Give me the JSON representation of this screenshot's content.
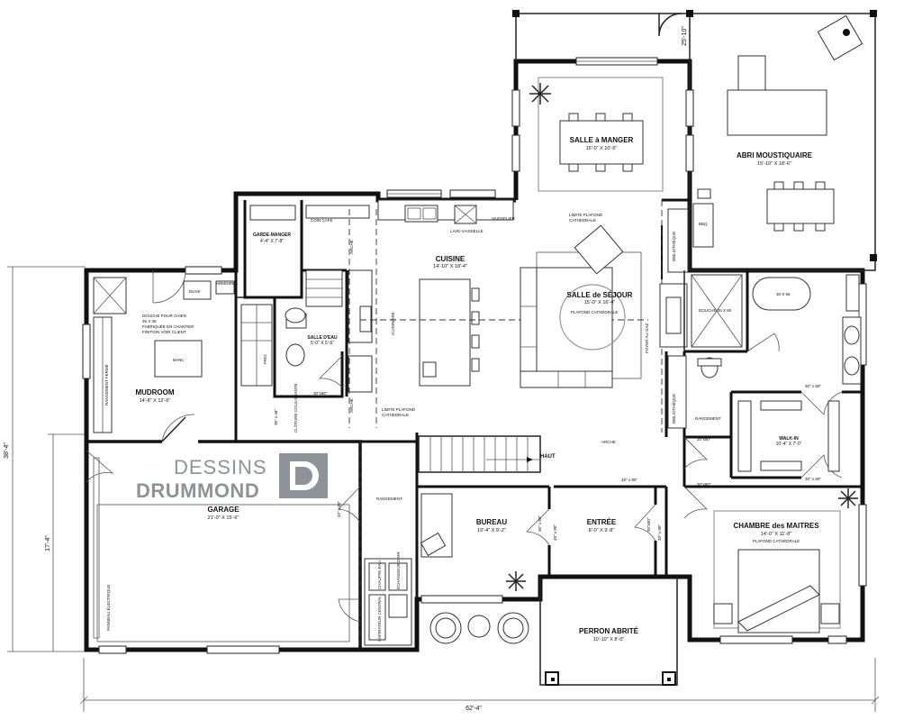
{
  "logo": {
    "line1": "DESSINS",
    "line2": "DRUMMOND",
    "mark": "D"
  },
  "rooms": {
    "salle_manger": {
      "name": "SALLE à MANGER",
      "size": "15'-0\" X 10'-6\""
    },
    "abri": {
      "name": "ABRI MOUSTIQUAIRE",
      "size": "15'-10\" X 18'-6\""
    },
    "cuisine": {
      "name": "CUISINE",
      "size": "14'-10\" X 18'-4\""
    },
    "sejour": {
      "name": "SALLE de SÉJOUR",
      "size": "15'-0\" X 16'-4\""
    },
    "garde_manger": {
      "name": "GARDE-MANGER",
      "size": "4'-4\" X 7'-8\""
    },
    "mudroom": {
      "name": "MUDROOM",
      "size": "14'-8\" X 12'-6\""
    },
    "salle_eau": {
      "name": "SALLE D'EAU",
      "size": "5'-0\" X 5'-6\""
    },
    "garage": {
      "name": "GARAGE",
      "size": "21'-0\" X 15'-6\""
    },
    "bureau": {
      "name": "BUREAU",
      "size": "10'-4\" X 9'-2\""
    },
    "entree": {
      "name": "ENTRÉE",
      "size": "8'-0\" X 9'-8\""
    },
    "chambre": {
      "name": "CHAMBRE des MAITRES",
      "size": "14'-0\" X 11'-8\""
    },
    "walkin": {
      "name": "WALK-IN",
      "size": "10'-4\" X 7'-0\""
    },
    "perron": {
      "name": "PERRON ABRITÉ",
      "size": "10'-10\" X 8'-0\""
    }
  },
  "notes": {
    "coin_cafe": "COIN CAFÉ",
    "lave_vaisselle": "LAVE-VAISSELLE",
    "vaisselier": "VAISSELIER",
    "limite_plafond": "LIMITE PLAFOND",
    "cathedrale": "CATHÉDRALE",
    "plafond_cathedrale": "PLAFOND CATHÉDRALE",
    "bibliotheque": "BIBLIOTHÈQUE",
    "foyer": "FOYER AU GAZ",
    "douche_chien": "DOUCHE POUR CHIEN",
    "douche_chien_2": "36 X 36",
    "douche_chien_3": "FABRIQUÉE EN CHANTIER",
    "douche_chien_4": "FINITION VOIR CLIENT",
    "banc": "BANC",
    "rangement_fermé": "RANGEMENT FERMÉ",
    "rangement": "RANGEMENT",
    "cloture": "CLÔTURE COULISSANTE",
    "armoires": "ARMOIRES",
    "duve": "DUVE",
    "arche": "ARCHE",
    "haut": "HAUT",
    "bbq": "BBQ",
    "douche_bain": "DOUCHE 36 X 60",
    "bain": "30 X 66",
    "panneau": "PANNEAU ÉLECTRIQUE",
    "chauffe_eau": "CHAUFFE-EAU",
    "echangeur": "ÉCHANGEUR D'AIR",
    "aspirateur": "ASPIRATEUR CENTRAL",
    "frig": "FRIG",
    "cuisiniere": "CUISINIÈRE",
    "d36x48": "36\" x 48\"",
    "d30x80": "30\"x80\"",
    "d30x80b": "30\" x 80\"",
    "d48x80": "48\" x 80\"",
    "d30x80c": "30\"x80\"",
    "d30x80d": "30\" x 80\"",
    "d36x80": "36\" x 80\"",
    "d48x80b": "48\" x 80\"",
    "d32x80": "32\" x 80\"",
    "d30x80e": "30\"x80\"",
    "d30x80f": "30\"x80\"",
    "d30x80g": "30\" x 80\""
  },
  "dimensions": {
    "total_width": "62'-4\"",
    "left_depth": "38'-4\"",
    "garage_depth": "17'-4\"",
    "porch_depth": "25'-10\""
  }
}
